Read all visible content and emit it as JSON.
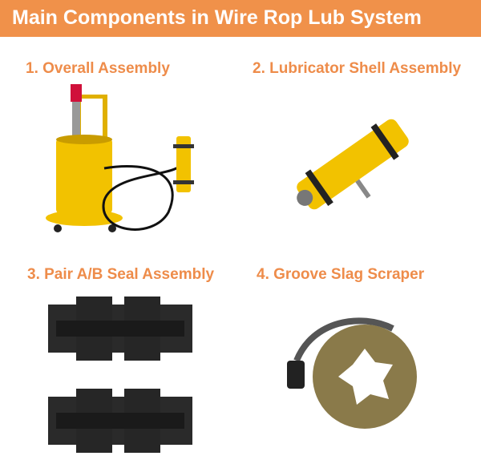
{
  "header": {
    "title": "Main Components in Wire Rop Lub System"
  },
  "sections": [
    {
      "label": "1. Overall Assembly"
    },
    {
      "label": "2. Lubricator Shell Assembly"
    },
    {
      "label": "3. Pair A/B Seal Assembly"
    },
    {
      "label": "4. Groove Slag Scraper"
    }
  ],
  "colors": {
    "accent": "#F0914A",
    "label": "#EE8C4A",
    "yellow": "#F2C200",
    "rubber": "#2a2a2a",
    "brass": "#8a7a4a"
  }
}
